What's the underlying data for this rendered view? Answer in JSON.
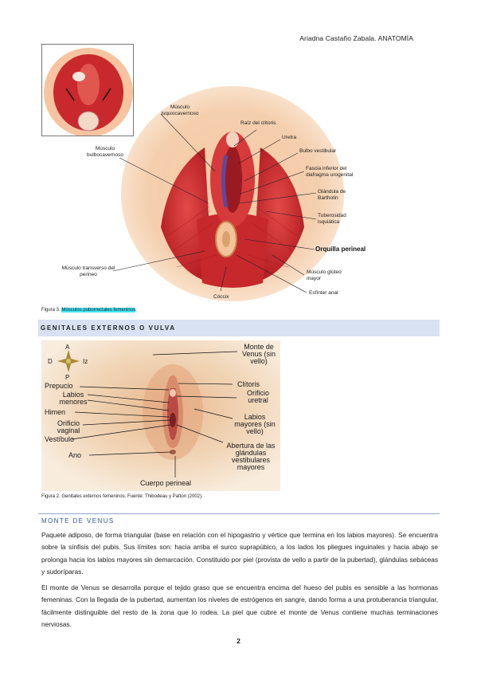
{
  "header": {
    "author_line": "Ariadna Castaño Zabala. ANATOMÍA"
  },
  "figure3": {
    "labels": {
      "isquiocavernoso": "Músculo isquiocavernoso",
      "raiz_clitoris": "Raíz del clítoris",
      "uretra": "Uretra",
      "bulbocavernoso": "Músculo bulbocavernoso",
      "bulbo_vestibular": "Bulbo vestibular",
      "fascia": "Fascia inferior del diafragma urogenital",
      "glandula": "Glándula de Bartholin",
      "tuberosidad": "Tuberosidad isquiática",
      "orquilla": "Orquilla perineal",
      "gluteo": "Músculo glúteo mayor",
      "transverso": "Músculo transverso del perineo",
      "esfinter": "Esfínter anal",
      "coccix": "Cóccix"
    },
    "caption_prefix": "Figura 3. ",
    "caption_highlight": "Músculos puborrectales femeninos",
    "caption_suffix": "."
  },
  "section": {
    "title": "GENITALES EXTERNOS O VULVA"
  },
  "figure2": {
    "compass": {
      "a": "A",
      "p": "P",
      "d": "D",
      "iz": "Iz"
    },
    "labels": {
      "prepucio": "Prepucio",
      "labios_menores": "Labios menores",
      "himen": "Himen",
      "orificio_vaginal": "Orificio vaginal",
      "vestibulo": "Vestíbulo",
      "ano": "Ano",
      "monte": "Monte de Venus (sin vello)",
      "clitoris": "Clítoris",
      "orificio_uretral": "Orificio uretral",
      "labios_mayores": "Labios mayores (sin vello)",
      "abertura": "Abertura de las glándulas vestibulares mayores",
      "cuerpo": "Cuerpo perineal"
    },
    "caption": "Figura 2. Genitales externos femeninos. Fuente: Thibodeau y Patton (2002)."
  },
  "monte": {
    "heading": "MONTE DE VENUS",
    "paragraph1": "Paquete adiposo, de forma triangular (base en relación con el hipogastrio y vértice que termina en los labios mayores). Se encuentra sobre la sínfisis del pubis. Sus límites son: hacia arriba el surco suprapúbico, a los lados los pliegues inguinales y hacia abajo se prolonga hacia los labios mayores sin demarcación. Constituido por piel (provista de vello a partir de la pubertad), glándulas sebáceas y sudoríparas.",
    "paragraph2": "El monte de Venus se desarrolla porque el tejido graso que se encuentra encima del hueso del pubis es sensible a las hormonas femeninas. Con la llegada de la pubertad, aumentan los niveles de estrógenos en sangre, dando forma a una protuberancia triangular, fácilmente distinguible del resto de la zona que lo rodea. La piel que cubre el monte de Venus contiene muchas terminaciones nerviosas."
  },
  "page": {
    "number": "2"
  }
}
